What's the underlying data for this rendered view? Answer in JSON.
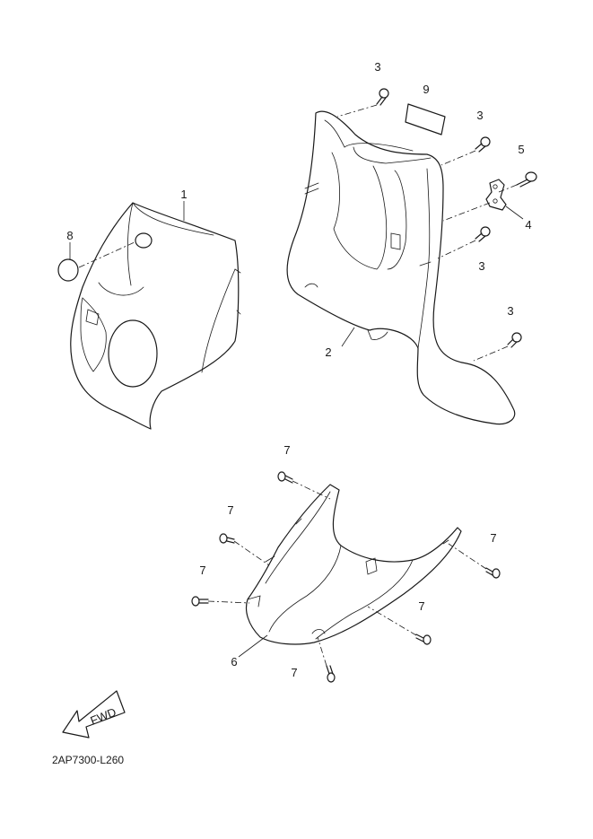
{
  "callouts": [
    {
      "id": "c-3a",
      "label": "3"
    },
    {
      "id": "c-9",
      "label": "9"
    },
    {
      "id": "c-3b",
      "label": "3"
    },
    {
      "id": "c-5",
      "label": "5"
    },
    {
      "id": "c-1",
      "label": "1"
    },
    {
      "id": "c-8",
      "label": "8"
    },
    {
      "id": "c-4",
      "label": "4"
    },
    {
      "id": "c-3c",
      "label": "3"
    },
    {
      "id": "c-3d",
      "label": "3"
    },
    {
      "id": "c-2",
      "label": "2"
    },
    {
      "id": "c-7a",
      "label": "7"
    },
    {
      "id": "c-7b",
      "label": "7"
    },
    {
      "id": "c-7c",
      "label": "7"
    },
    {
      "id": "c-7d",
      "label": "7"
    },
    {
      "id": "c-7e",
      "label": "7"
    },
    {
      "id": "c-6",
      "label": "6"
    },
    {
      "id": "c-7f",
      "label": "7"
    }
  ],
  "direction_label": "FWD",
  "diagram_code": "2AP7300-L260"
}
